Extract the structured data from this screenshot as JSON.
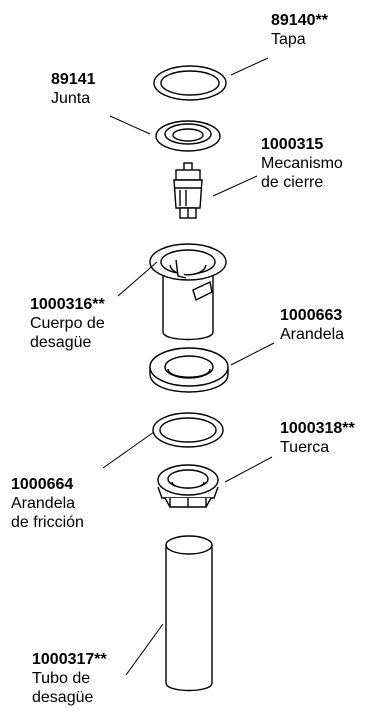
{
  "parts": [
    {
      "id": "tapa",
      "number": "89140**",
      "name": "Tapa"
    },
    {
      "id": "junta",
      "number": "89141",
      "name": "Junta"
    },
    {
      "id": "mecanismo",
      "number": "1000315",
      "name": "Mecanismo",
      "name2": "de cierre"
    },
    {
      "id": "cuerpo",
      "number": "1000316**",
      "name": "Cuerpo de",
      "name2": "desagüe"
    },
    {
      "id": "arandela",
      "number": "1000663",
      "name": "Arandela"
    },
    {
      "id": "tuerca",
      "number": "1000318**",
      "name": "Tuerca"
    },
    {
      "id": "arandela-friccion",
      "number": "1000664",
      "name": "Arandela",
      "name2": "de fricción"
    },
    {
      "id": "tubo",
      "number": "1000317**",
      "name": "Tubo de",
      "name2": "desagüe"
    }
  ]
}
